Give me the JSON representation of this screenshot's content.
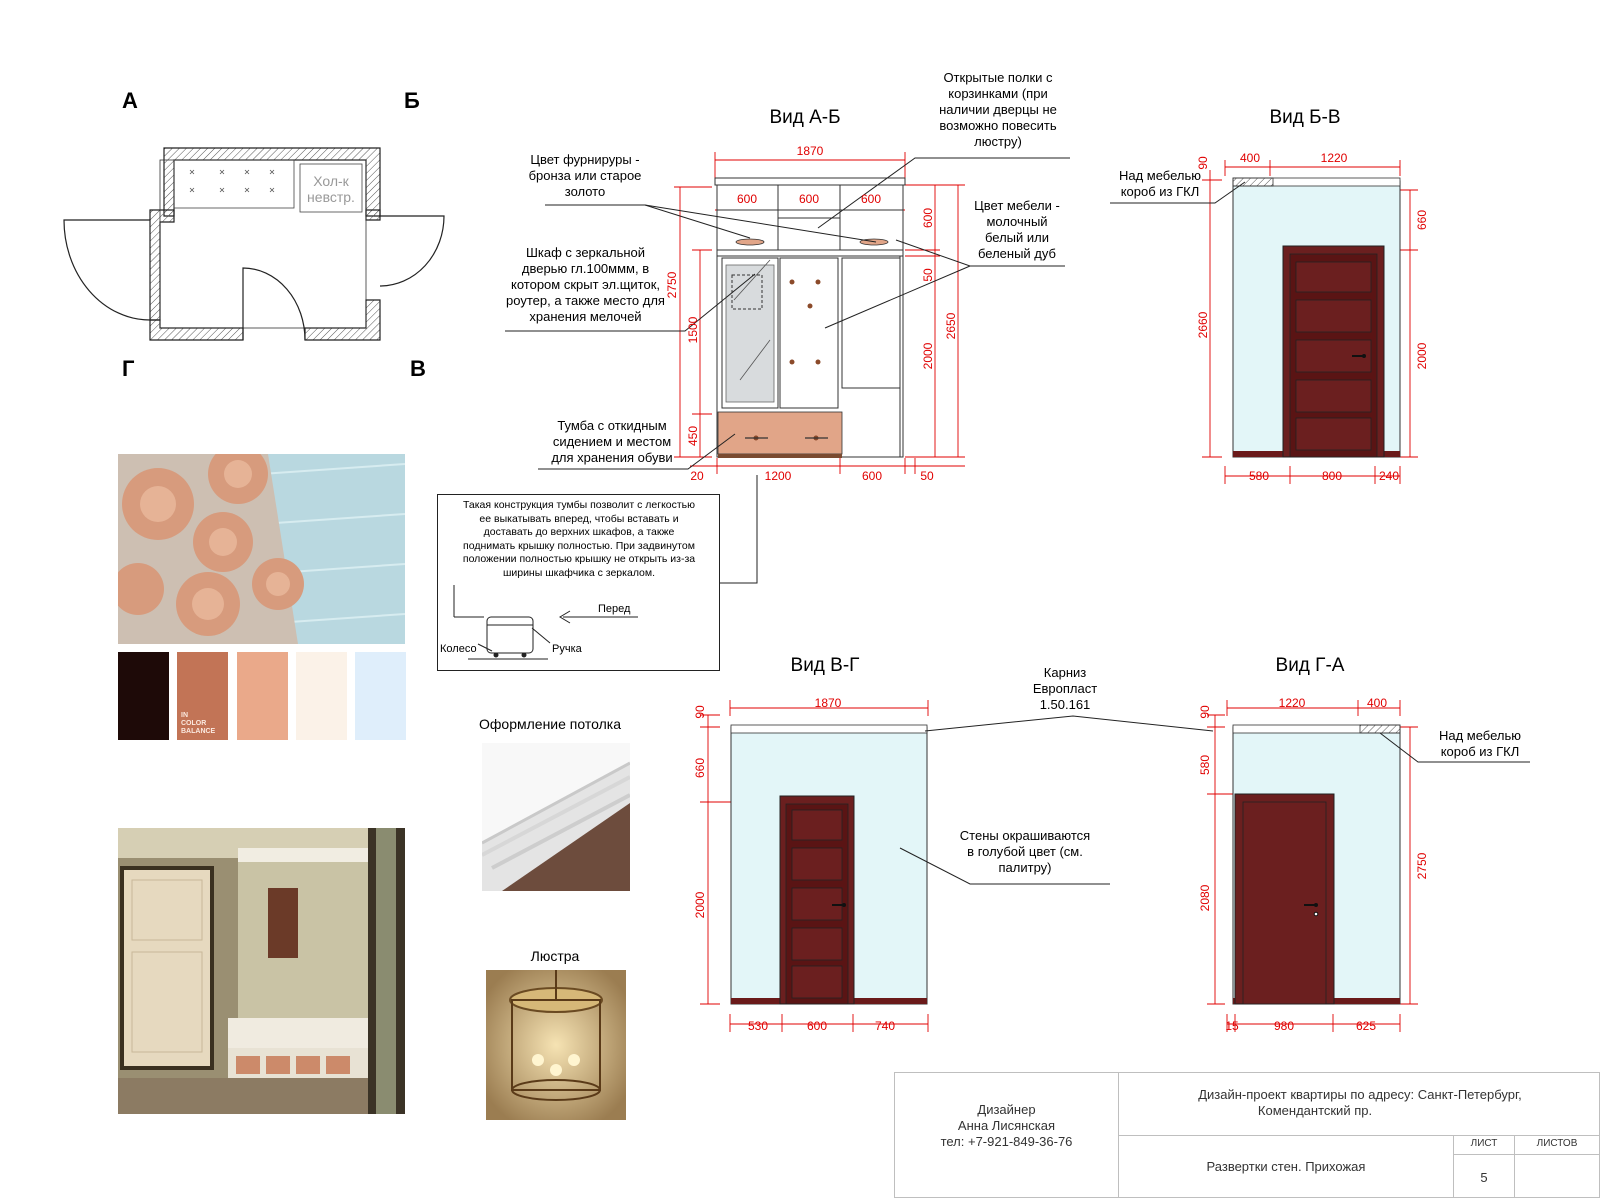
{
  "plan": {
    "corner_a": "А",
    "corner_b": "Б",
    "corner_g": "Г",
    "corner_v": "В",
    "fridge_label_1": "Хол-к",
    "fridge_label_2": "невстр."
  },
  "views": {
    "ab": "Вид А-Б",
    "bv": "Вид Б-В",
    "vg": "Вид В-Г",
    "ga": "Вид Г-А"
  },
  "callouts": {
    "shelves": [
      "Открытые полки с",
      "корзинками (при",
      "наличии дверцы не",
      "возможно повесить",
      "люстру)"
    ],
    "fittings": [
      "Цвет фурнируры -",
      "бронза или старое",
      "золото"
    ],
    "furniture_color": [
      "Цвет мебели -",
      "молочный",
      "белый или",
      "беленый дуб"
    ],
    "wardrobe": [
      "Шкаф с зеркальной",
      "дверью гл.100ммм, в",
      "котором скрыт эл.щиток,",
      "роутер, а также место для",
      "хранения мелочей"
    ],
    "bench": [
      "Тумба с откидным",
      "сидением и местом",
      "для хранения обуви"
    ],
    "box_bv": [
      "Над мебелью",
      "короб из ГКЛ"
    ],
    "box_ga": [
      "Над мебелью",
      "короб из ГКЛ"
    ],
    "cornice": [
      "Карниз",
      "Европласт",
      "1.50.161"
    ],
    "walls": [
      "Стены окрашиваются",
      "в голубой цвет (см.",
      "палитру)"
    ]
  },
  "bench_note": {
    "lines": [
      "Такая конструкция тумбы позволит с легкостью",
      "ее выкатывать вперед, чтобы вставать и",
      "доставать до верхних шкафов, а также",
      "поднимать крышку полностью. При задвинутом",
      "положении полностью крышку не открыть из-за",
      "ширины шкафчика с зеркалом."
    ],
    "front": "Перед",
    "wheel": "Колесо",
    "handle": "Ручка"
  },
  "palette": {
    "colors": [
      "#1e0a08",
      "#c27456",
      "#eaa98a",
      "#fbf2e8",
      "#dfeefb"
    ],
    "brand": [
      "IN",
      "COLOR",
      "BALANCE"
    ]
  },
  "captions": {
    "ceiling": "Оформление потолка",
    "chandelier": "Люстра"
  },
  "dims_ab": {
    "total": "1870",
    "top": [
      "600",
      "600",
      "600"
    ],
    "bottom": [
      "20",
      "1200",
      "600",
      "50"
    ],
    "left_total": "2750",
    "left_mid": "1500",
    "left_low": "450",
    "right": [
      "600",
      "50",
      "2000"
    ],
    "right_total": "2650"
  },
  "dims_bv": {
    "top": [
      "400",
      "1220"
    ],
    "top_left": "90",
    "left": "2660",
    "right_top": "660",
    "right": "2000",
    "bottom": [
      "580",
      "800",
      "240"
    ]
  },
  "dims_vg": {
    "total": "1870",
    "top_left": "90",
    "left": [
      "660",
      "2000"
    ],
    "bottom": [
      "530",
      "600",
      "740"
    ]
  },
  "dims_ga": {
    "top": [
      "1220",
      "400"
    ],
    "top_left": "90",
    "left": [
      "580",
      "2080"
    ],
    "right": "2750",
    "bottom": [
      "15",
      "980",
      "625"
    ]
  },
  "stamp": {
    "designer_title": "Дизайнер",
    "designer_name": "Анна Лисянская",
    "designer_phone": "тел: +7-921-849-36-76",
    "project_line1": "Дизайн-проект квартиры по адресу: Санкт-Петербург,",
    "project_line2": "Комендантский пр.",
    "sheet_title": "Развертки стен. Прихожая",
    "sheet_label": "лист",
    "sheets_label": "листов",
    "sheet_number": "5",
    "sheets_total": ""
  }
}
